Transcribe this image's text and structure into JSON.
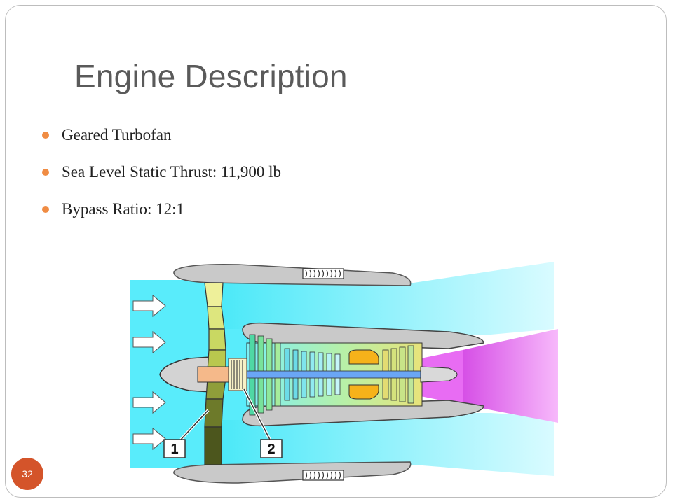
{
  "slide": {
    "title": "Engine Description",
    "bullets": [
      {
        "text": "Geared Turbofan"
      },
      {
        "text": "Sea Level Static Thrust:  11,900 lb"
      },
      {
        "text": "Bypass Ratio:  12:1"
      }
    ],
    "page_number": "32"
  },
  "diagram": {
    "callouts": [
      "1",
      "2"
    ],
    "colors": {
      "bypass_flow": "#59ecfb",
      "exhaust_core": "#e86cf3",
      "nacelle": "#c9c9c9",
      "fan_blade": "#d9e27a",
      "combustor": "#f6b21a",
      "arrow": "#ffffff"
    }
  },
  "theme": {
    "accent": "#f08c43",
    "badge": "#d4542a"
  }
}
